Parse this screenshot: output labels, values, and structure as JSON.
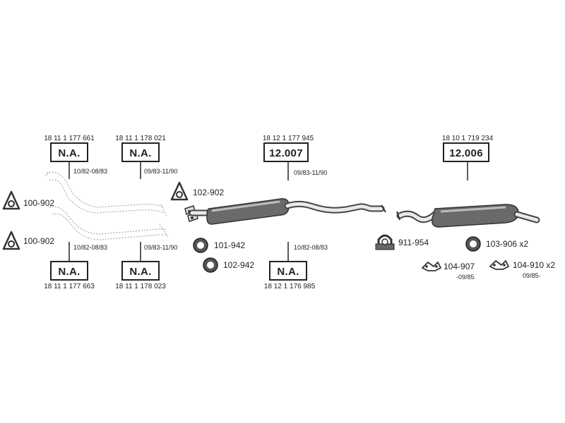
{
  "parts": {
    "manifold_top_1": {
      "oem": "18 11 1 177 661",
      "code": "N.A.",
      "date": "10/82-08/83"
    },
    "manifold_top_2": {
      "oem": "18 11 1 178 021",
      "code": "N.A.",
      "date": "09/83-11/90"
    },
    "manifold_bot_1": {
      "oem": "18 11 1 177 663",
      "code": "N.A.",
      "date": "10/82-08/83"
    },
    "manifold_bot_2": {
      "oem": "18 11 1 178 023",
      "code": "N.A.",
      "date": "09/83-11/90"
    },
    "middle_top": {
      "oem": "18 12 1 177 945",
      "code": "12.007",
      "date": "09/83-11/90"
    },
    "middle_bot": {
      "oem": "18 12 1 176 985",
      "code": "N.A.",
      "date": "10/82-08/83"
    },
    "rear": {
      "oem": "18 10 1 719 234",
      "code": "12.006"
    }
  },
  "accessories": {
    "gasket_a": "100-902",
    "gasket_b": "100-902",
    "gasket_c": "102-902",
    "ring_a": "101-942",
    "ring_b": "102-942",
    "clamp": "911-954",
    "ring_c": "103-906 x2",
    "hanger_a": {
      "label": "104-907",
      "date": "-09/85"
    },
    "hanger_b": {
      "label": "104-910 x2",
      "date": "09/85-"
    }
  },
  "icons": {
    "gasket": "triangle-gasket-icon",
    "ring": "sealing-ring-icon",
    "clamp": "pipe-clamp-icon",
    "hanger": "rubber-hanger-icon"
  },
  "colors": {
    "ink": "#222222",
    "metal": "#444444",
    "ghost": "#9a9a9a"
  }
}
